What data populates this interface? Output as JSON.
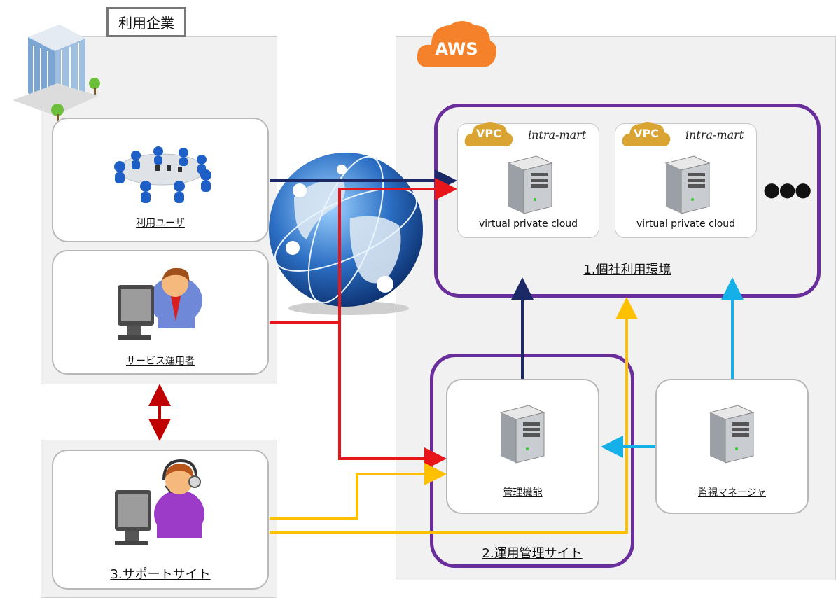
{
  "company": {
    "title": "利用企業"
  },
  "aws": {
    "label": "AWS"
  },
  "nodes": {
    "users": "利用ユーザ",
    "operator": "サービス運用者",
    "support": "3.サポートサイト",
    "management": "管理機能",
    "monitor": "監視マネージャ"
  },
  "vpc": [
    {
      "badge": "VPC",
      "logo": "intra-mart",
      "label": "virtual private cloud"
    },
    {
      "badge": "VPC",
      "logo": "intra-mart",
      "label": "virtual private cloud"
    }
  ],
  "groups": {
    "environment": "1.個社利用環境",
    "ops_site": "2.運用管理サイト"
  },
  "more": "●●●",
  "colors": {
    "navy": "#1b2a66",
    "red": "#e8161b",
    "yellow": "#ffc000",
    "cyan": "#16b0e8",
    "darkred": "#c00000",
    "purple": "#6a2e9c",
    "aws_orange": "#f5822a"
  }
}
